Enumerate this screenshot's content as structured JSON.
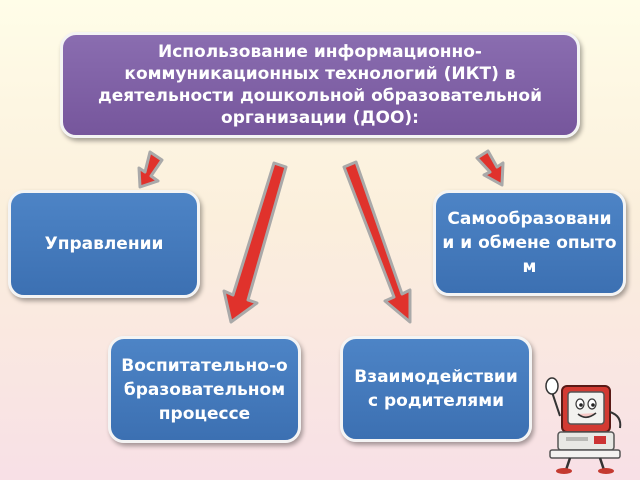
{
  "title": "Использование информационно-коммуникационных технологий (ИКТ) в деятельности дошкольной образовательной организации (ДОО):",
  "boxes": {
    "management": "Управлении",
    "self_education": "Самообразовании и обмене опытом",
    "educational_process": "Воспитательно-образовательном процессе",
    "parents": "Взаимодействии с родителями"
  },
  "colors": {
    "title_fill": "#7d5fa5",
    "box_fill": "#4479bc",
    "arrow_red": "#e0322c",
    "arrow_outline": "#a9a9a9"
  },
  "icons": [
    "cartoon-computer-character"
  ]
}
